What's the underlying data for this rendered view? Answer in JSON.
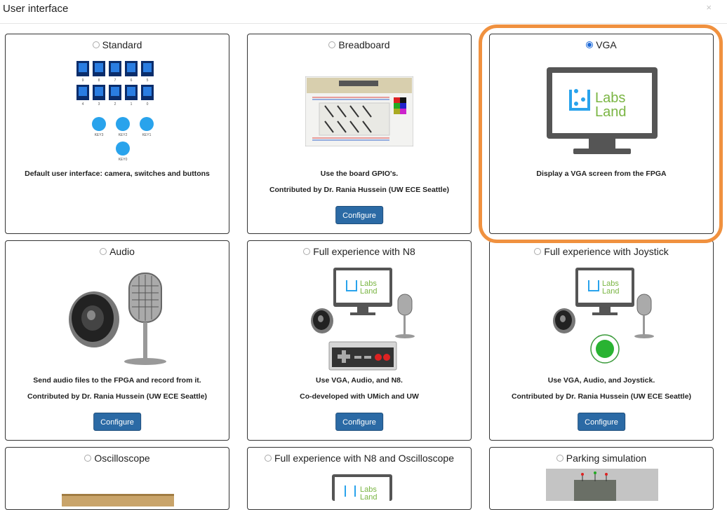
{
  "header": {
    "title": "User interface",
    "close": "×"
  },
  "accent": "#2b6aa5",
  "highlight_color": "#f0913f",
  "logo": {
    "line1": "Labs",
    "line2": "Land"
  },
  "standard": {
    "switch_labels": [
      "9",
      "8",
      "7",
      "6",
      "5",
      "4",
      "3",
      "2",
      "1",
      "0"
    ],
    "key_labels": [
      "KEY3",
      "KEY2",
      "KEY1",
      "KEY0"
    ]
  },
  "cards": [
    {
      "title": "Standard",
      "selected": false,
      "desc1": "Default user interface: camera, switches and buttons",
      "desc2": "",
      "button": ""
    },
    {
      "title": "Breadboard",
      "selected": false,
      "desc1": "Use the board GPIO's.",
      "desc2": "Contributed by Dr. Rania Hussein (UW ECE Seattle)",
      "button": "Configure"
    },
    {
      "title": "VGA",
      "selected": true,
      "desc1": "Display a VGA screen from the FPGA",
      "desc2": "",
      "button": ""
    },
    {
      "title": "Audio",
      "selected": false,
      "desc1": "Send audio files to the FPGA and record from it.",
      "desc2": "Contributed by Dr. Rania Hussein (UW ECE Seattle)",
      "button": "Configure"
    },
    {
      "title": "Full experience with N8",
      "selected": false,
      "desc1": "Use VGA, Audio, and N8.",
      "desc2": "Co-developed with UMich and UW",
      "button": "Configure"
    },
    {
      "title": "Full experience with Joystick",
      "selected": false,
      "desc1": "Use VGA, Audio, and Joystick.",
      "desc2": "Contributed by Dr. Rania Hussein (UW ECE Seattle)",
      "button": "Configure"
    },
    {
      "title": "Oscilloscope",
      "selected": false
    },
    {
      "title": "Full experience with N8 and Oscilloscope",
      "selected": false
    },
    {
      "title": "Parking simulation",
      "selected": false
    }
  ]
}
